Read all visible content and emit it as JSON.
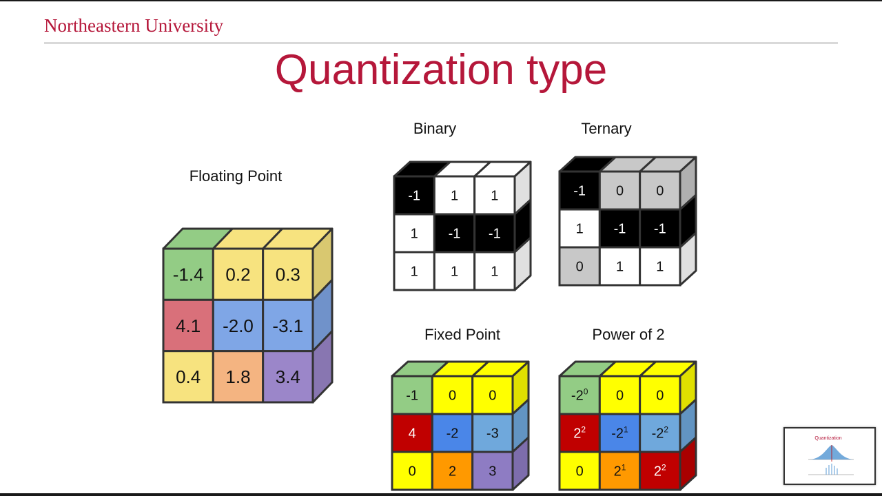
{
  "header": {
    "brand": "Northeastern University",
    "title": "Quantization type"
  },
  "colors": {
    "brand": "#b5173a",
    "green": "#93cc85",
    "yellow": "#f7e37f",
    "red": "#d9707a",
    "blue": "#7fa6e6",
    "orange": "#f4b481",
    "purple": "#9b86c9",
    "black": "#000000",
    "white": "#ffffff",
    "gray": "#c8c8c8",
    "bright_yellow": "#ffff00",
    "dark_red": "#c00000",
    "mid_blue": "#4a86e8",
    "light_blue": "#6fa8dc",
    "bright_orange": "#ff9900",
    "lavender": "#8e7cc3"
  },
  "diagrams": [
    {
      "label": "Floating Point",
      "cells": [
        [
          "-1.4",
          "0.2",
          "0.3"
        ],
        [
          "4.1",
          "-2.0",
          "-3.1"
        ],
        [
          "0.4",
          "1.8",
          "3.4"
        ]
      ],
      "fills": [
        [
          "green",
          "yellow",
          "yellow"
        ],
        [
          "red",
          "blue",
          "blue"
        ],
        [
          "yellow",
          "orange",
          "purple"
        ]
      ]
    },
    {
      "label": "Binary",
      "cells": [
        [
          "-1",
          "1",
          "1"
        ],
        [
          "1",
          "-1",
          "-1"
        ],
        [
          "1",
          "1",
          "1"
        ]
      ],
      "fills": [
        [
          "black",
          "white",
          "white"
        ],
        [
          "white",
          "black",
          "black"
        ],
        [
          "white",
          "white",
          "white"
        ]
      ]
    },
    {
      "label": "Ternary",
      "cells": [
        [
          "-1",
          "0",
          "0"
        ],
        [
          "1",
          "-1",
          "-1"
        ],
        [
          "0",
          "1",
          "1"
        ]
      ],
      "fills": [
        [
          "black",
          "gray",
          "gray"
        ],
        [
          "white",
          "black",
          "black"
        ],
        [
          "gray",
          "white",
          "white"
        ]
      ]
    },
    {
      "label": "Fixed Point",
      "cells": [
        [
          "-1",
          "0",
          "0"
        ],
        [
          "4",
          "-2",
          "-3"
        ],
        [
          "0",
          "2",
          "3"
        ]
      ],
      "fills": [
        [
          "green",
          "bright_yellow",
          "bright_yellow"
        ],
        [
          "dark_red",
          "mid_blue",
          "light_blue"
        ],
        [
          "bright_yellow",
          "bright_orange",
          "lavender"
        ]
      ]
    },
    {
      "label": "Power of 2",
      "cells": [
        [
          {
            "base": "-2",
            "exp": "0"
          },
          "0",
          "0"
        ],
        [
          {
            "base": "2",
            "exp": "2"
          },
          {
            "base": "-2",
            "exp": "1"
          },
          {
            "base": "-2",
            "exp": "2"
          }
        ],
        [
          "0",
          {
            "base": "2",
            "exp": "1"
          },
          {
            "base": "2",
            "exp": "2"
          }
        ]
      ],
      "fills": [
        [
          "green",
          "bright_yellow",
          "bright_yellow"
        ],
        [
          "dark_red",
          "mid_blue",
          "light_blue"
        ],
        [
          "bright_yellow",
          "bright_orange",
          "dark_red"
        ]
      ]
    }
  ],
  "thumbnail": {
    "title": "Quantization"
  }
}
